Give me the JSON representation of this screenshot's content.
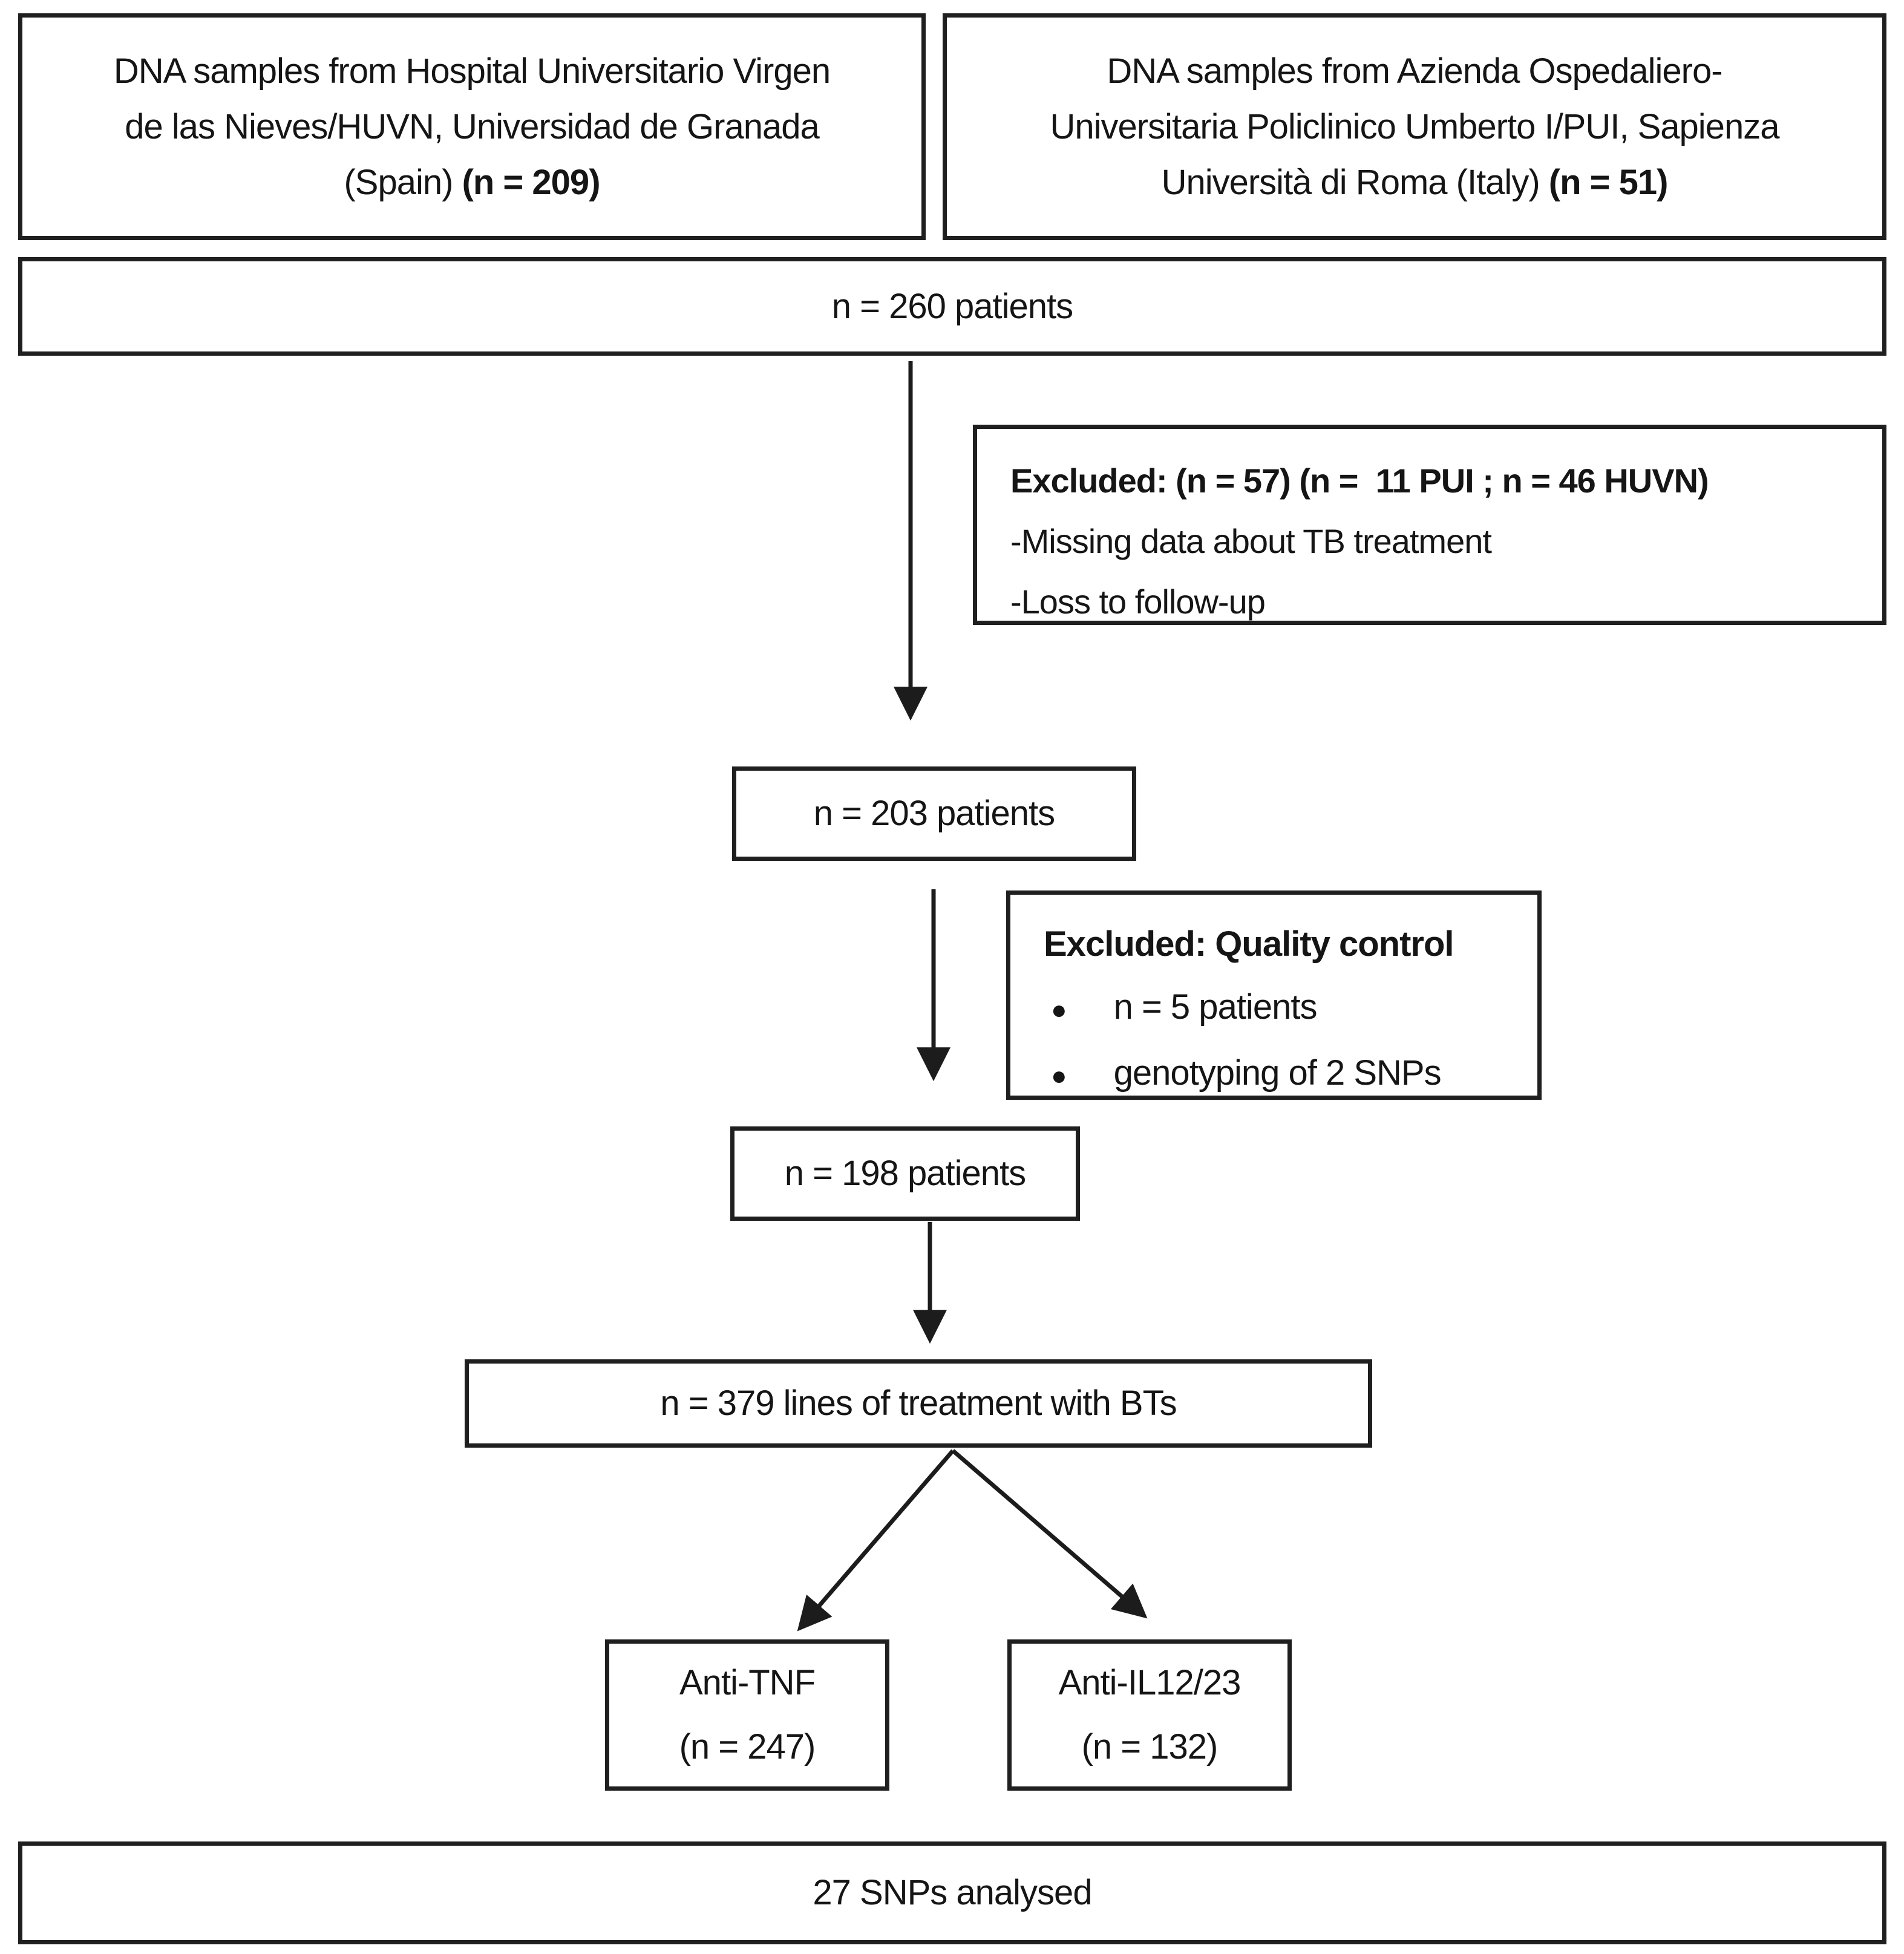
{
  "page": {
    "background": "#ffffff",
    "line_color": "#1c1c1c",
    "text_color": "#151515"
  },
  "boxes": {
    "source_spain": {
      "line1": "DNA samples from Hospital Universitario Virgen",
      "line2": "de las Nieves/HUVN, Universidad de Granada",
      "line3_regular": "(Spain) ",
      "line3_bold": "(n = 209)"
    },
    "source_italy": {
      "line1": "DNA samples from Azienda Ospedaliero-",
      "line2": "Universitaria Policlinico Umberto I/PUI, Sapienza",
      "line3_regular": "Università di Roma (Italy) ",
      "line3_bold": "(n = 51)"
    },
    "patients_260": {
      "label": "n = 260 patients"
    },
    "excluded_followup": {
      "title": "Excluded: (n = 57) (n =  11 PUI ; n = 46 HUVN)",
      "item1": "-Missing data about TB treatment",
      "item2": "-Loss to follow-up"
    },
    "patients_203": {
      "label": "n = 203 patients"
    },
    "excluded_quality": {
      "title": "Excluded: Quality control",
      "bullet_icon": "●",
      "item1": "n = 5 patients",
      "item2": "genotyping of 2 SNPs"
    },
    "patients_198": {
      "label": "n = 198 patients"
    },
    "treatment_lines_379": {
      "label": "n = 379 lines of treatment with BTs"
    },
    "anti_tnf": {
      "line1": "Anti-TNF",
      "line2": "(n = 247)"
    },
    "anti_il12_23": {
      "line1": "Anti-IL12/23",
      "line2": "(n = 132)"
    },
    "snps_analysed": {
      "label": "27 SNPs analysed"
    }
  }
}
